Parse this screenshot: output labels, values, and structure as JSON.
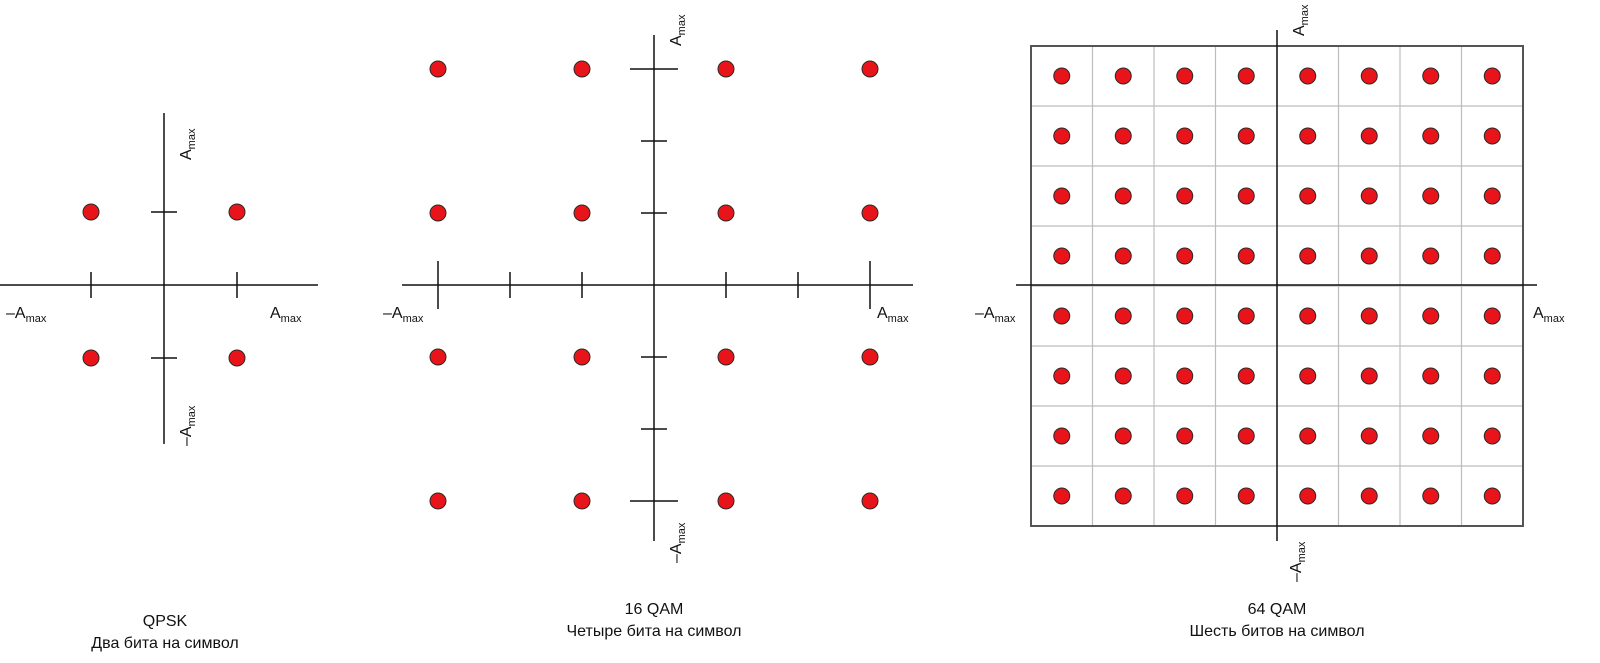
{
  "diagrams": [
    {
      "id": "qpsk",
      "levels": [
        -1,
        1
      ],
      "title": "QPSK",
      "subtitle": "Два бита на символ",
      "axis": {
        "pos_label": "A",
        "neg_label": "–A",
        "subscript": "max"
      }
    },
    {
      "id": "qam16",
      "levels": [
        -3,
        -1,
        1,
        3
      ],
      "title": "16 QAM",
      "subtitle": "Четыре бита на символ",
      "axis": {
        "pos_label": "A",
        "neg_label": "–A",
        "subscript": "max"
      }
    },
    {
      "id": "qam64",
      "levels": [
        -7,
        -5,
        -3,
        -1,
        1,
        3,
        5,
        7
      ],
      "title": "64 QAM",
      "subtitle": "Шесть битов на символ",
      "axis": {
        "pos_label": "A",
        "neg_label": "–A",
        "subscript": "max"
      }
    }
  ],
  "colors": {
    "point": "#e8141a",
    "point_stroke": "#2a2a2a",
    "axis": "#111111",
    "grid": "#bdbdbd",
    "frame": "#555555"
  }
}
